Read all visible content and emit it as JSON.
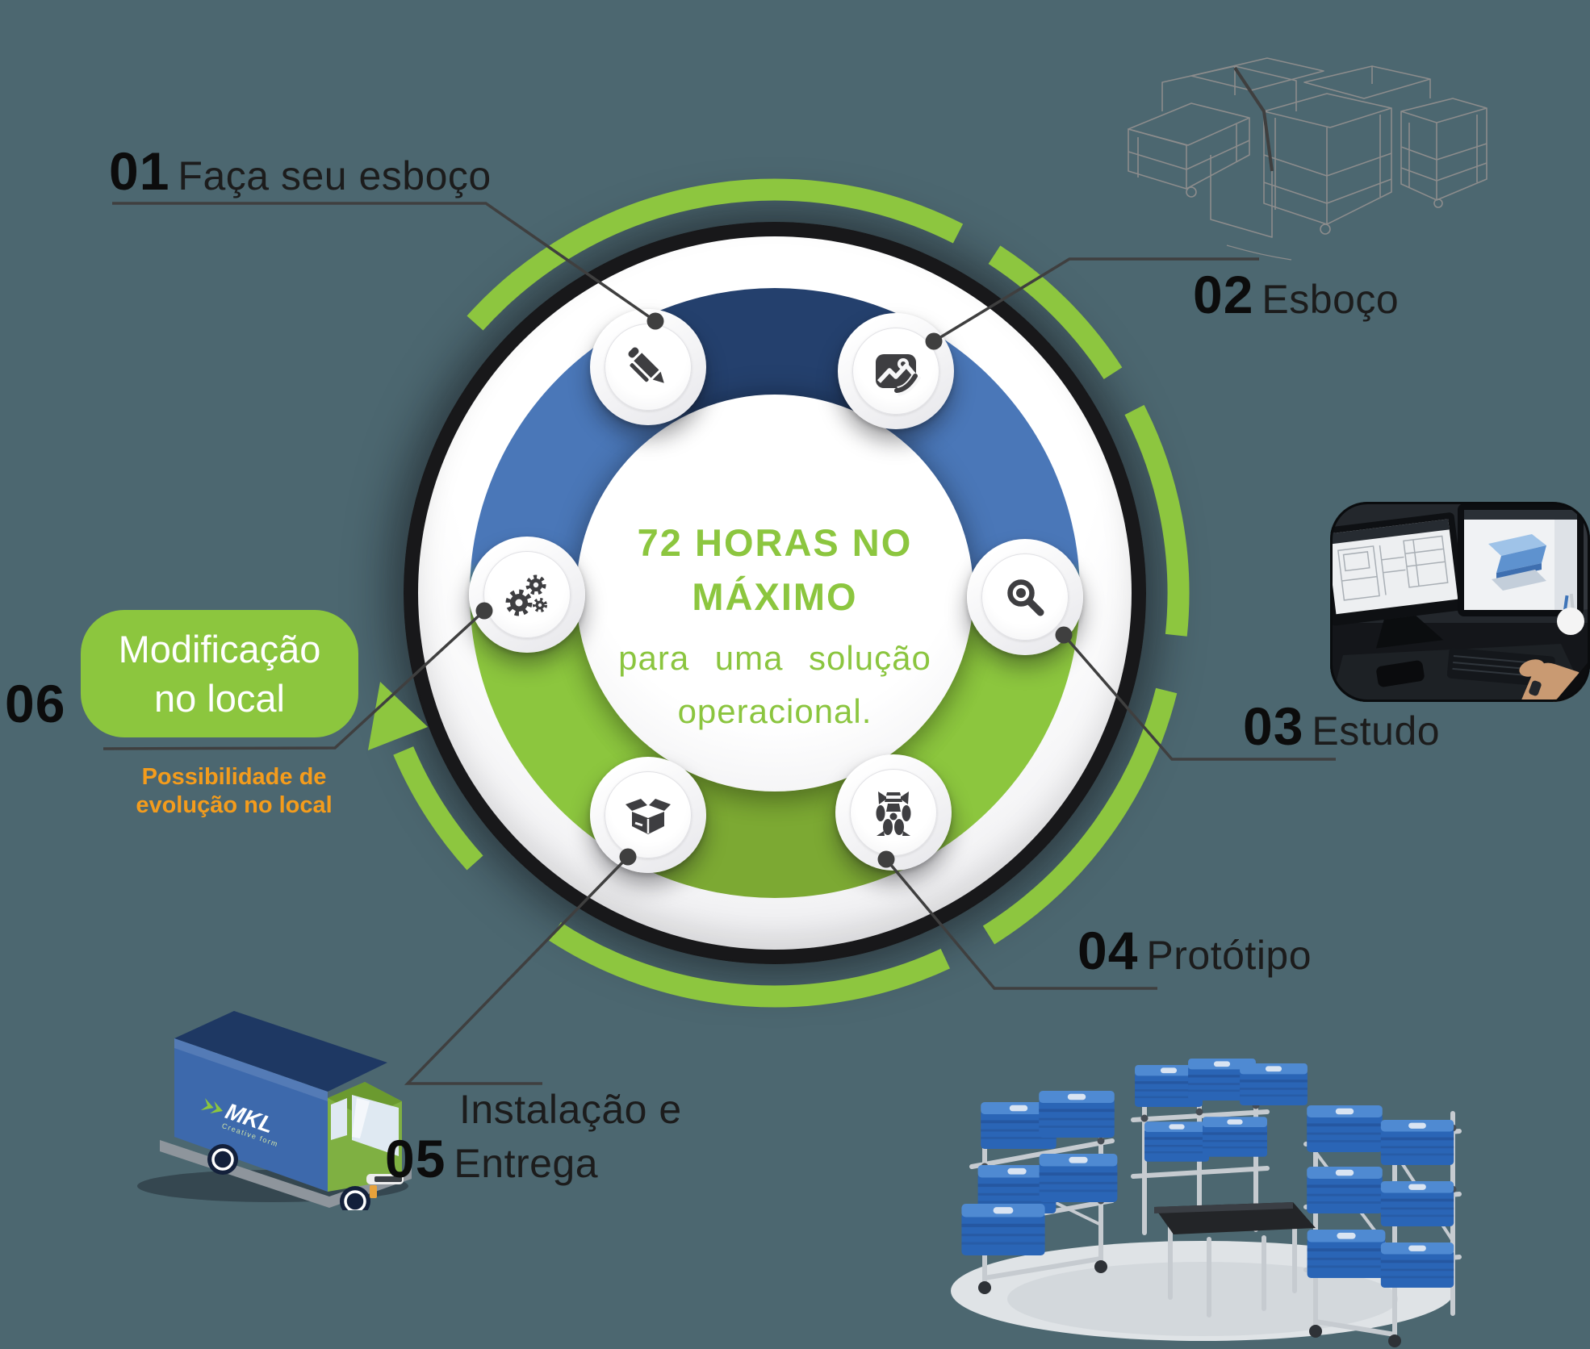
{
  "center": {
    "heading_line1": "72 HORAS NO",
    "heading_line2": "MÁXIMO",
    "sub_line1": "para uma solução",
    "sub_line2": "operacional."
  },
  "steps": [
    {
      "number": "01",
      "label": "Faça seu esboço",
      "icon": "pencil-icon"
    },
    {
      "number": "02",
      "label": "Esboço",
      "icon": "image-icon"
    },
    {
      "number": "03",
      "label": "Estudo",
      "icon": "magnifier-icon"
    },
    {
      "number": "04",
      "label": "Protótipo",
      "icon": "robot-icon"
    },
    {
      "number": "05",
      "label_line1": "Instalação e",
      "label_line2": "Entrega",
      "icon": "box-icon"
    },
    {
      "number": "06",
      "badge_line1": "Modificação",
      "badge_line2": "no local",
      "note_line1": "Possibilidade de",
      "note_line2": "evolução no local",
      "icon": "gears-icon"
    }
  ],
  "truck_logo": {
    "brand": "MKL",
    "tagline": "Creative form"
  },
  "colors": {
    "background": "#4C6770",
    "accent_green": "#8CC63E",
    "ring_navy": "#24406D",
    "ring_blue": "#4A77B8",
    "ring_green_dark": "#7CA933",
    "note_orange": "#F49C1C",
    "connector_gray": "#3F3F3F"
  }
}
